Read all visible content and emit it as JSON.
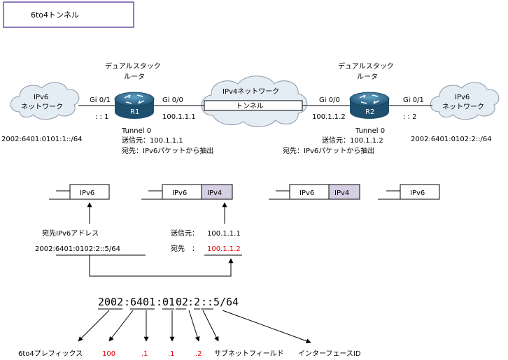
{
  "title": "6to4トンネル",
  "colors": {
    "highlight": "#e00000",
    "ipv4_box": "#d6cfe3",
    "frame": "#6a4fa8",
    "router": "#2f6b8f"
  },
  "network_left": {
    "line1": "IPv6",
    "line2": "ネットワーク",
    "prefix": "2002:6401:0101:1::/64"
  },
  "network_right": {
    "line1": "IPv6",
    "line2": "ネットワーク",
    "prefix": "2002:6401:0102:2::/64"
  },
  "network_center": {
    "label": "IPv4ネットワーク",
    "tunnel": "トンネル"
  },
  "r1": {
    "name": "R1",
    "role_line1": "デュアルスタック",
    "role_line2": "ルータ",
    "if_ipv6": "Gi 0/1",
    "if_ipv4": "Gi 0/0",
    "ipv6_addr": ": : 1",
    "ipv4_addr": "100.1.1.1",
    "tunnel": "Tunnel 0",
    "src": "送信元：100.1.1.1",
    "dst": "宛先：IPv6パケットから抽出"
  },
  "r2": {
    "name": "R2",
    "role_line1": "デュアルスタック",
    "role_line2": "ルータ",
    "if_ipv6": "Gi 0/1",
    "if_ipv4": "Gi 0/0",
    "ipv6_addr": ": : 2",
    "ipv4_addr": "100.1.1.2",
    "tunnel": "Tunnel 0",
    "src": "送信元：100.1.1.2",
    "dst": "宛先：IPv6パケットから抽出"
  },
  "packets": {
    "ipv6": "IPv6",
    "ipv4": "IPv4"
  },
  "dest_addr": {
    "label": "宛先IPv6アドレス",
    "value": "2002:6401:0102:2::5/64"
  },
  "encap": {
    "src_label": "送信元：",
    "src_value": "100.1.1.1",
    "dst_label": "宛先　：",
    "dst_value": "100.1.1.2"
  },
  "breakdown": {
    "p1": "2002",
    "p2": "6401",
    "p3": "01",
    "p4": "02",
    "p5": "2",
    "p6": "5",
    "p7": "64",
    "c1": ":",
    "c2": ":",
    "c3": ":",
    "c4": "::",
    "slash": "/",
    "labels": {
      "prefix": "6to4プレフィックス",
      "v1": "100",
      "v2": ".1",
      "v3": ".1",
      "v4": ".2",
      "subnet": "サブネットフィールド",
      "iface": "インターフェースID"
    }
  }
}
